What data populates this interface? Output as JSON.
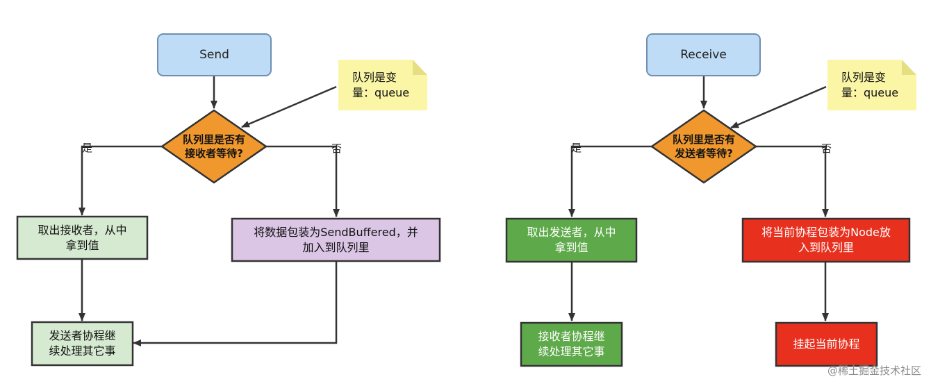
{
  "left": {
    "start": "Send",
    "note": "队列是变\n量：queue",
    "decision": "队列里是否有\n接收者等待?",
    "yes_label": "是",
    "no_label": "否",
    "yes_box": "取出接收者，从中\n拿到值",
    "no_box": "将数据包装为SendBuffered，并\n加入到队列里",
    "end_box": "发送者协程继\n续处理其它事"
  },
  "right": {
    "start": "Receive",
    "note": "队列是变\n量：queue",
    "decision": "队列里是否有\n发送者等待?",
    "yes_label": "是",
    "no_label": "否",
    "yes_box": "取出发送者，从中\n拿到值",
    "no_box": "将当前协程包装为Node放\n入到队列里",
    "yes_end_box": "接收者协程继\n续处理其它事",
    "no_end_box": "挂起当前协程"
  },
  "watermark": "@稀土掘金技术社区",
  "colors": {
    "start_fill": "#bfdcf7",
    "start_stroke": "#6f8fb0",
    "note_fill": "#fbf6a6",
    "decision_fill": "#f0982e",
    "light_green": "#d6ead1",
    "dark_green": "#5ea94a",
    "purple": "#dcc6e6",
    "red": "#e8301f",
    "line": "#333333"
  }
}
